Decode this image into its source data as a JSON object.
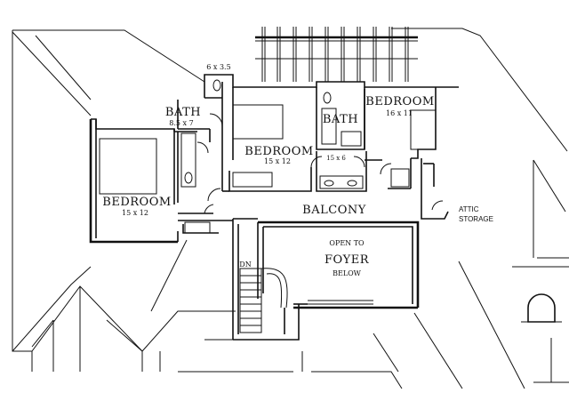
{
  "rooms": {
    "bath_small_dim": "6 x 3.5",
    "bath_left": {
      "name": "BATH",
      "dim": "8.5 x 7"
    },
    "bath_right": {
      "name": "BATH"
    },
    "bath_right_dim": "15 x 6",
    "bedroom_center": {
      "name": "BEDROOM",
      "dim": "15 x 12"
    },
    "bedroom_left": {
      "name": "BEDROOM",
      "dim": "15 x 12"
    },
    "bedroom_right": {
      "name": "BEDROOM",
      "dim": "16 x 11"
    },
    "balcony": "BALCONY",
    "attic_line1": "ATTIC",
    "attic_line2": "STORAGE",
    "open_to": "OPEN TO",
    "foyer": "FOYER",
    "below": "BELOW",
    "stair_dn": "DN"
  }
}
